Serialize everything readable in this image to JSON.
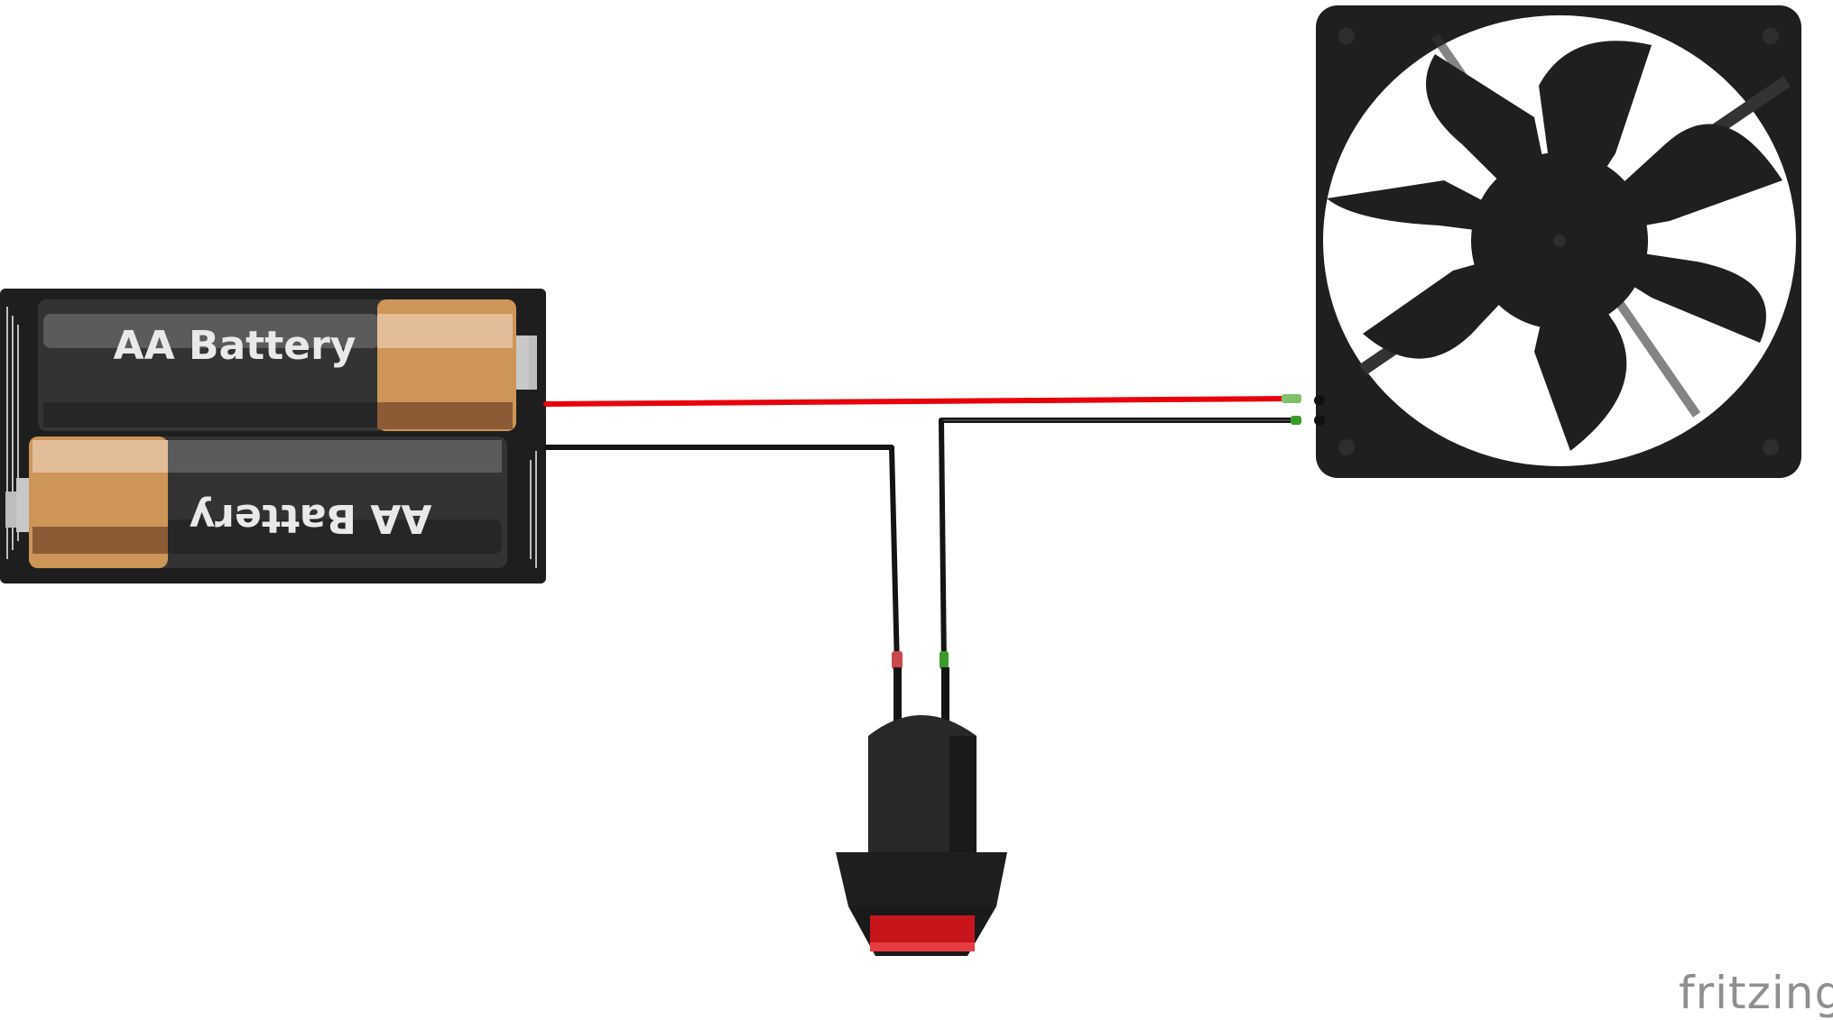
{
  "diagram": {
    "battery_pack": {
      "cells": [
        {
          "label": "AA Battery"
        },
        {
          "label": "AA Battery"
        }
      ]
    },
    "wires": {
      "positive_color": "#e8000b",
      "negative_color": "#141414",
      "fan_lead_color": "#404040"
    },
    "brand": {
      "text": "fritzing"
    },
    "colors": {
      "copper": "#cd9558",
      "copper_light": "#e3bd98",
      "cell_body": "#333333",
      "holder": "#1e1e1e",
      "fan": "#1f1f1f",
      "switch_cap": "#c8141b"
    }
  }
}
